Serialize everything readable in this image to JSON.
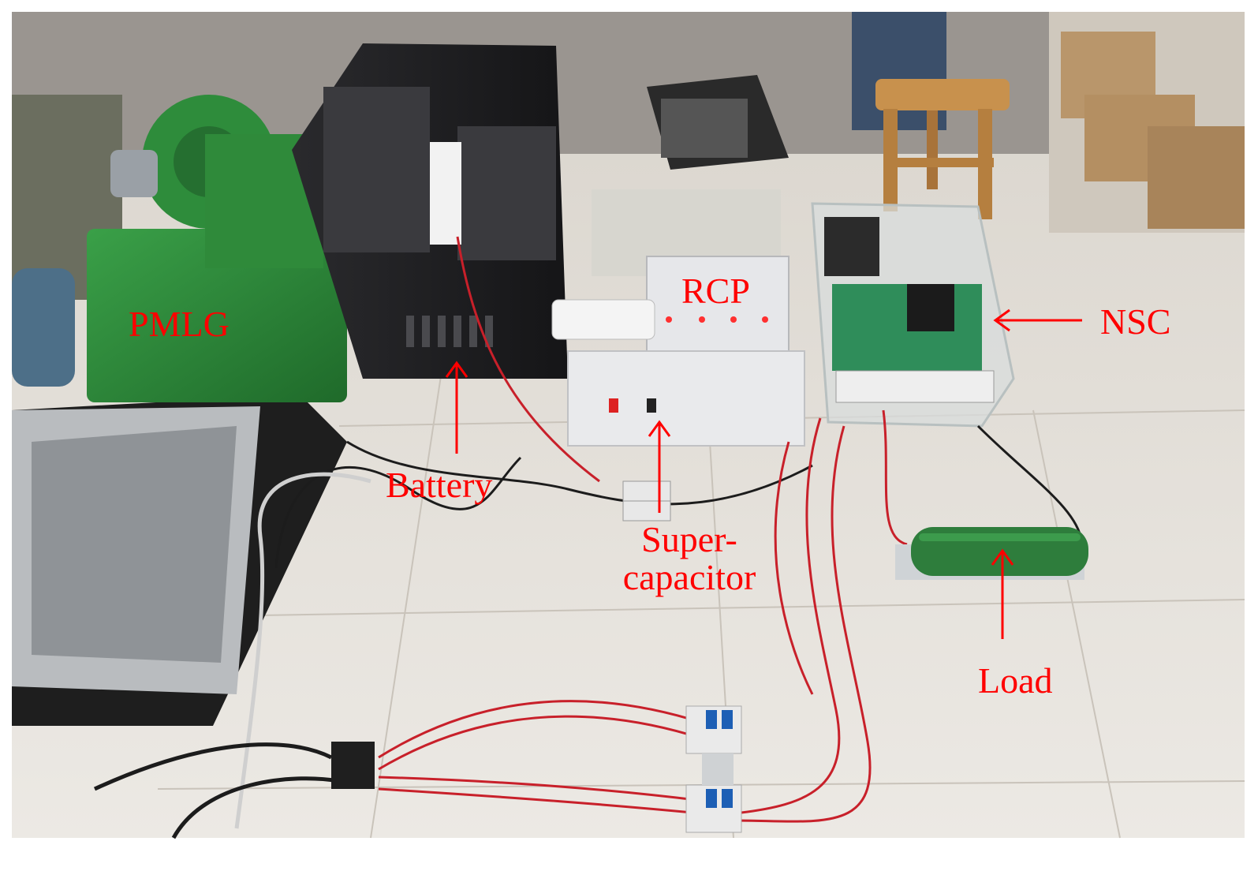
{
  "figure": {
    "labels": {
      "pmlg": "PMLG",
      "battery": "Battery",
      "rcp": "RCP",
      "nsc": "NSC",
      "supercap_line1": "Super-",
      "supercap_line2": "capacitor",
      "load": "Load"
    },
    "colors": {
      "annotation": "#ff0000",
      "floor": "#e4e0da",
      "cabinet": "#1d1d1f",
      "machine_green": "#2f8a3a",
      "wire_red": "#c8202a"
    }
  }
}
